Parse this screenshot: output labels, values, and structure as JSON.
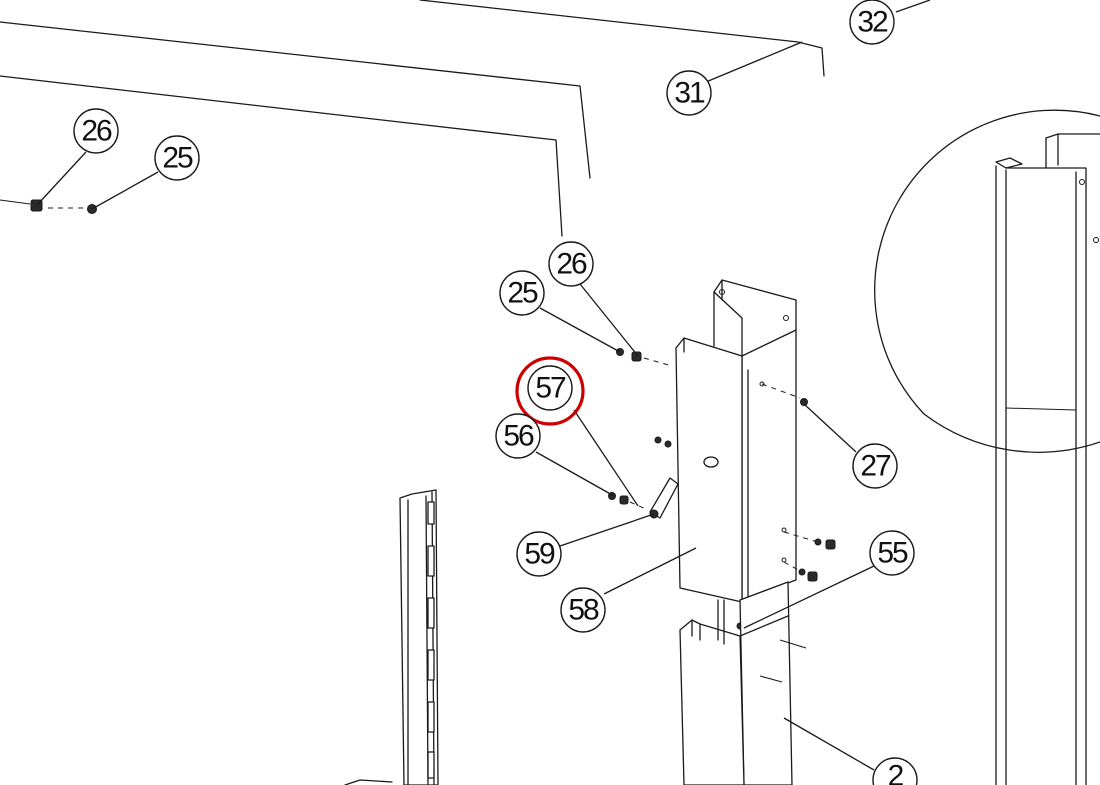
{
  "callouts": {
    "c26a": "26",
    "c25a": "25",
    "c32": "32",
    "c31": "31",
    "c26b": "26",
    "c25b": "25",
    "c57": "57",
    "c56": "56",
    "c27": "27",
    "c59": "59",
    "c58": "58",
    "c55": "55",
    "c2": "2"
  },
  "highlight": {
    "target": "57",
    "color": "#cc0000"
  }
}
